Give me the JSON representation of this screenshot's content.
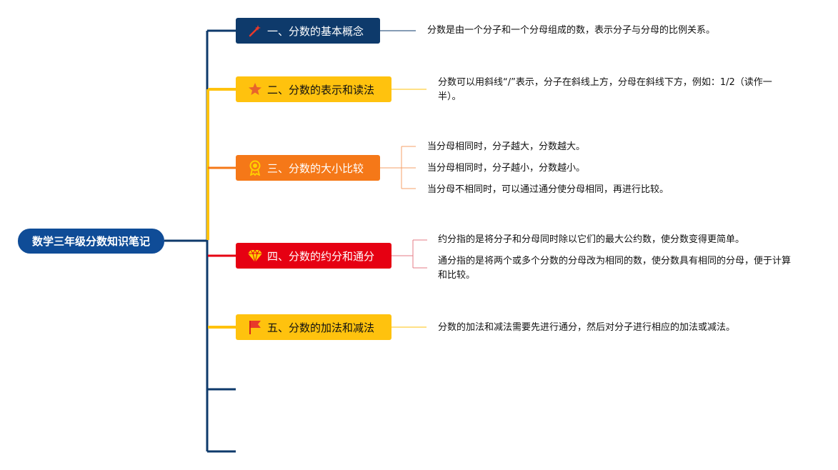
{
  "root": {
    "title": "数学三年级分数知识笔记"
  },
  "topics": [
    {
      "label": "一、分数的基本概念",
      "icon": "magic-wand-icon",
      "bg": "#0e3a6b",
      "fg": "#ffffff",
      "line": "#0e3a6b",
      "notes": [
        "分数是由一个分子和一个分母组成的数，表示分子与分母的比例关系。"
      ]
    },
    {
      "label": "二、分数的表示和读法",
      "icon": "star-icon",
      "bg": "#ffc20e",
      "fg": "#111111",
      "line": "#ffc20e",
      "notes": [
        "分数可以用斜线“/”表示，分子在斜线上方，分母在斜线下方，例如：1/2（读作一半）。"
      ]
    },
    {
      "label": "三、分数的大小比较",
      "icon": "award-icon",
      "bg": "#f57818",
      "fg": "#ffffff",
      "line": "#f57818",
      "notes": [
        "当分母相同时，分子越大，分数越大。",
        "当分母相同时，分子越小，分数越小。",
        "当分母不相同时，可以通过通分使分母相同，再进行比较。"
      ]
    },
    {
      "label": "四、分数的约分和通分",
      "icon": "diamond-icon",
      "bg": "#e60012",
      "fg": "#ffffff",
      "line": "#e60012",
      "notes": [
        "约分指的是将分子和分母同时除以它们的最大公约数，使分数变得更简单。",
        "通分指的是将两个或多个分数的分母改为相同的数，使分数具有相同的分母，便于计算和比较。"
      ]
    },
    {
      "label": "五、分数的加法和减法",
      "icon": "flag-icon",
      "bg": "#ffc20e",
      "fg": "#111111",
      "line": "#ffc20e",
      "notes": [
        "分数的加法和减法需要先进行通分，然后对分子进行相应的加法或减法。"
      ]
    }
  ],
  "colors": {
    "spine": "#0e3a6b",
    "accent": "#ffc20e"
  }
}
